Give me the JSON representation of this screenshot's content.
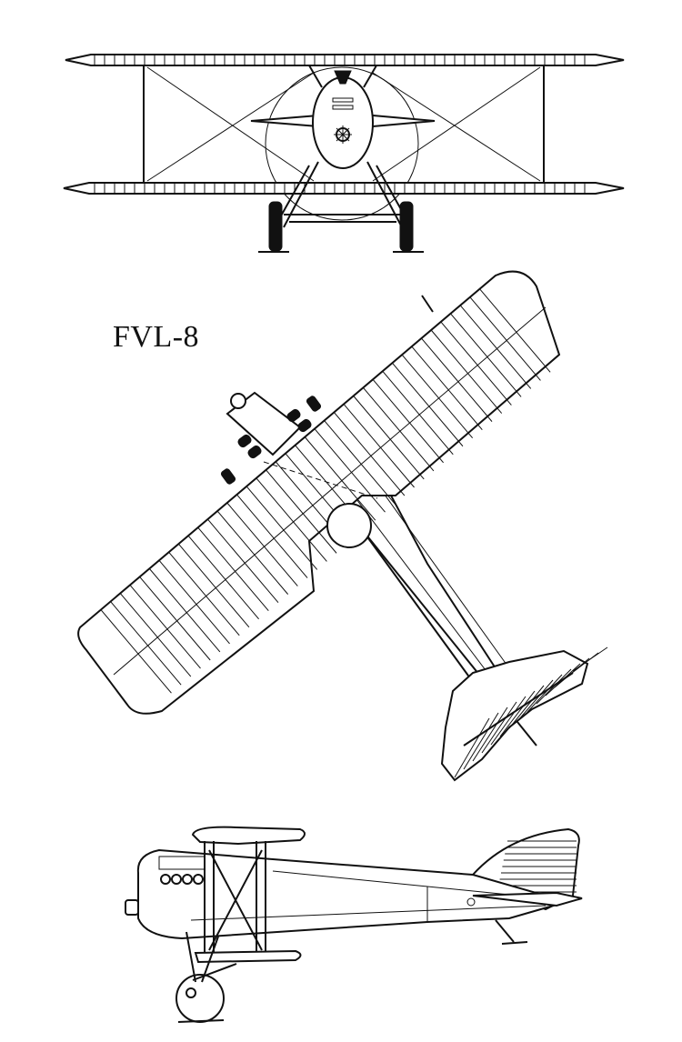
{
  "drawing": {
    "label": "FVL-8",
    "views": [
      "front-view",
      "plan-view",
      "side-view"
    ],
    "line_color": "#111111",
    "background": "#ffffff"
  }
}
